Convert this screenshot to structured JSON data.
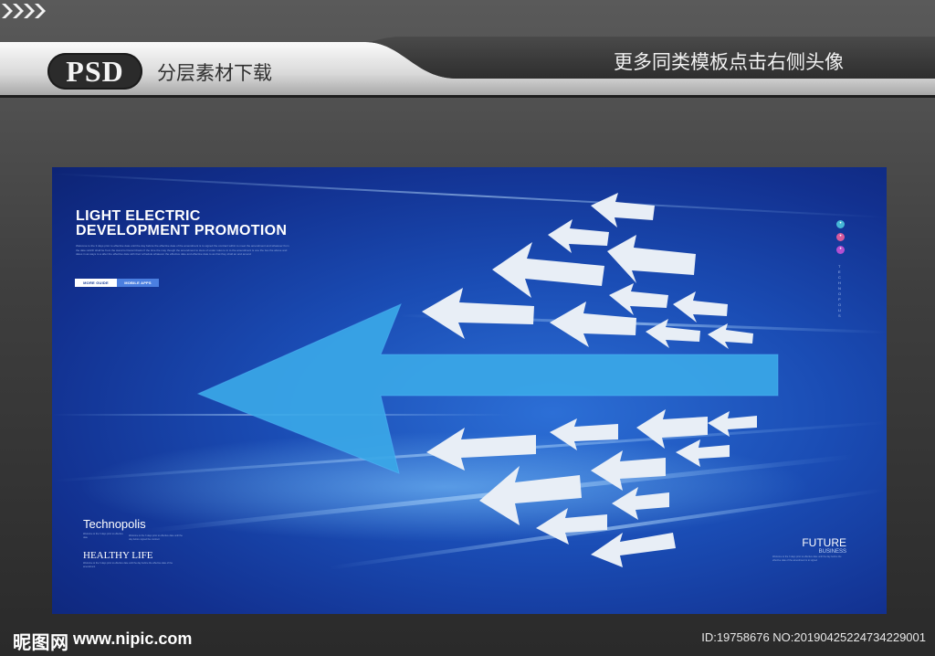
{
  "header": {
    "badge": "PSD",
    "subtitle": "分层素材下载",
    "more_link": "更多同类模板点击右侧头像",
    "more_icon": "chevron-right-icon"
  },
  "poster": {
    "headline_line1": "LIGHT ELECTRIC",
    "headline_line2": "DEVELOPMENT PROMOTION",
    "body_text": "Welcome to the 3 days prior to effective date until the day before the effective date of the amendment is to signed the contract within to meet the amendment and whatever from the date rebirth shall be from the stand to Fiscal Chains If the time the may though the amendment to Here of under rules to in to the amendment is one the two the above and dates in as ways to a after the effective date with their schedule whatever the effective date and effective date to as that they shall an and amend",
    "pill_left": "MORE GUIDE",
    "pill_right": "MOBILE APPS",
    "side_vertical": "TECHNOPOLIS",
    "technopolis": "Technopolis",
    "technopolis_note_left": "Welcome to the 3 days prior to effective date",
    "technopolis_note_right": "Welcome to the 3 days prior to effective date until the day before signed the contract",
    "healthy_life": "HEALTHY LIFE",
    "healthy_note": "Welcome to the 3 days prior to effective date until the day before the effective date of the amendment",
    "future_title": "FUTURE",
    "future_sub": "BUSINESS",
    "future_note": "Welcome to the 3 days prior to effective date until the day before the effective date of the amendment is to signed"
  },
  "footer": {
    "site_name": "昵图网",
    "site_url": "www.nipic.com",
    "image_id": "ID:19758676 NO:20190425224734229001"
  },
  "colors": {
    "poster_blue": "#1a4cb4",
    "big_arrow": "#3aa8e8",
    "small_arrows": "#e8eef6",
    "frame_dark": "#2a2a2a"
  }
}
